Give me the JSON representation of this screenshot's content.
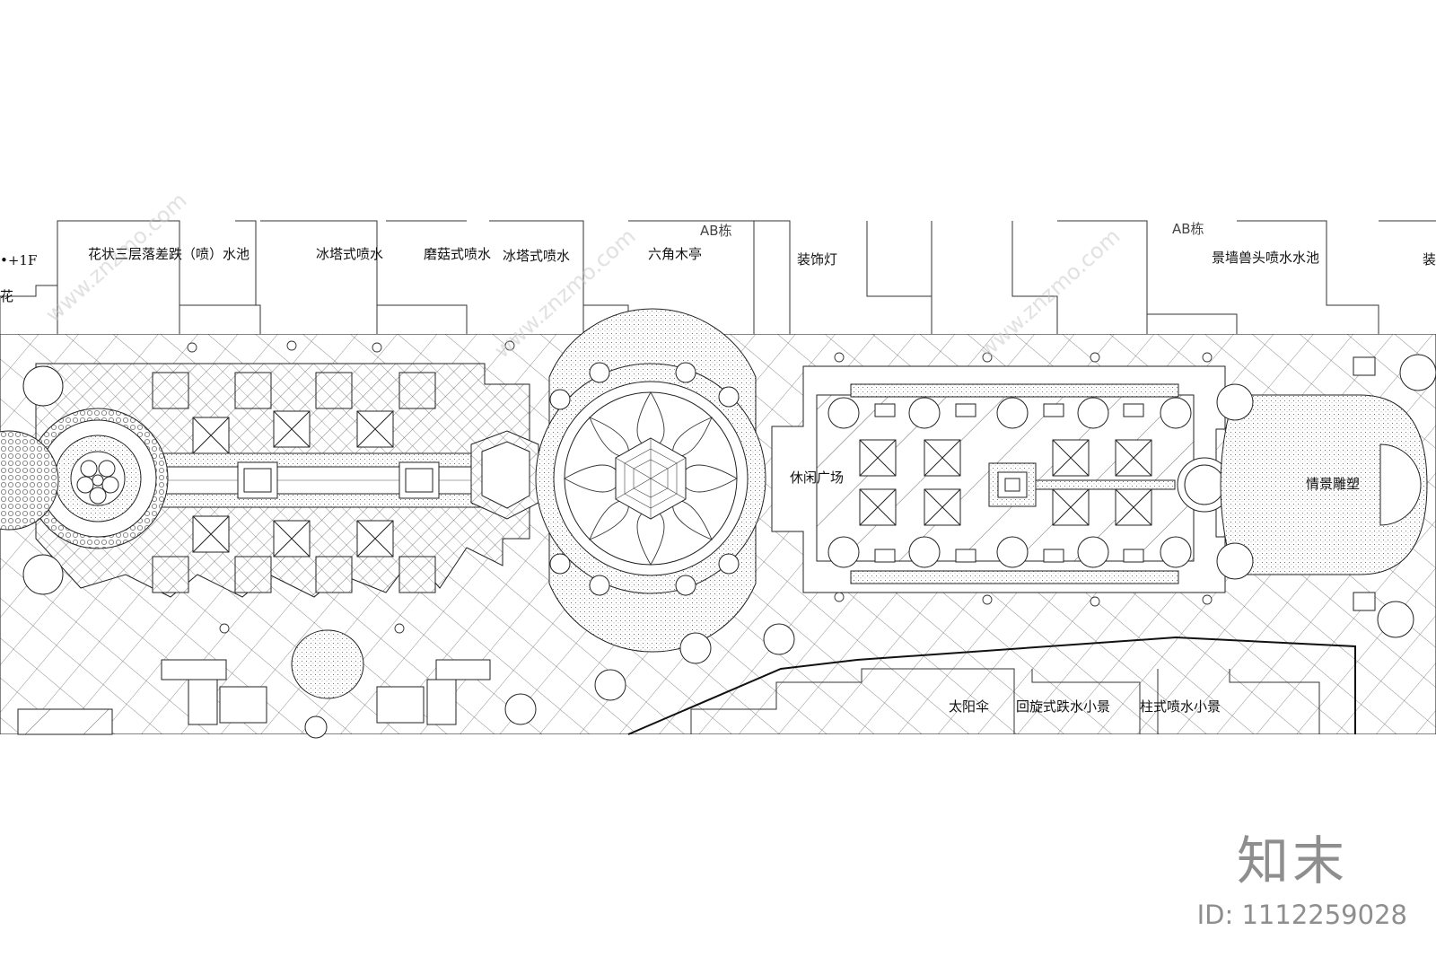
{
  "labels": {
    "partial_left_top": "•+1F",
    "partial_left_mid": "花",
    "flower_pool": "花状三层落差跌（喷）水池",
    "ice_tower_1": "冰塔式喷水",
    "mushroom": "磨菇式喷水",
    "ice_tower_2": "冰塔式喷水",
    "hex_pavilion": "六角木亭",
    "building_ab_1": "AB栋",
    "deco_light": "装饰灯",
    "building_ab_2": "AB栋",
    "beast_wall": "景墙兽头喷水水池",
    "partial_right": "装",
    "leisure_plaza": "休闲广场",
    "sculpture": "情景雕塑",
    "sun_umbrella": "太阳伞",
    "spiral_fall": "回旋式跌水小景",
    "column_fountain": "柱式喷水小景"
  },
  "watermark": {
    "brand": "知末",
    "id": "ID: 1112259028",
    "site": "www.znzmo.com"
  }
}
